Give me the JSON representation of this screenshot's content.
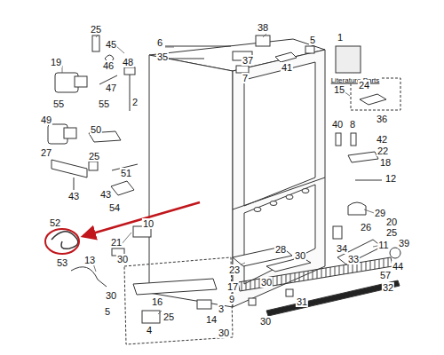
{
  "diagram": {
    "labels": [
      "1",
      "Literature Parts",
      "25",
      "45",
      "19",
      "46",
      "48",
      "47",
      "55",
      "55",
      "6",
      "35",
      "2",
      "38",
      "7",
      "37",
      "41",
      "5",
      "15",
      "24",
      "36",
      "40",
      "8",
      "42",
      "22",
      "18",
      "12",
      "49",
      "50",
      "27",
      "25",
      "51",
      "43",
      "43",
      "54",
      "29",
      "20",
      "25",
      "11",
      "26",
      "39",
      "52",
      "53",
      "21",
      "30",
      "13",
      "30",
      "10",
      "23",
      "28",
      "30",
      "34",
      "33",
      "44",
      "57",
      "32",
      "17",
      "9",
      "30",
      "31",
      "30",
      "3",
      "14",
      "5",
      "16",
      "25",
      "4",
      "30"
    ]
  }
}
